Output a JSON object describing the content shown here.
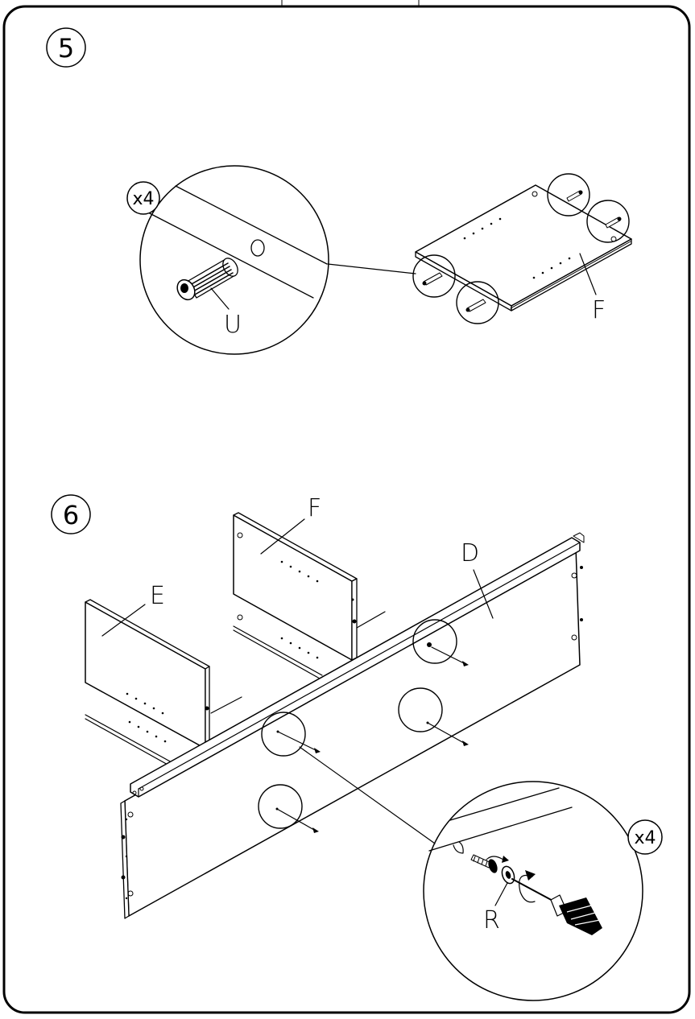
{
  "colors": {
    "ink": "#000000",
    "paper": "#ffffff"
  },
  "step5": {
    "number": "5",
    "quantity": "x4",
    "part_dowel": "U",
    "part_panel": "F"
  },
  "step6": {
    "number": "6",
    "quantity": "x4",
    "part_side_left": "E",
    "part_side_right": "F",
    "part_back": "D",
    "part_cam": "R"
  }
}
